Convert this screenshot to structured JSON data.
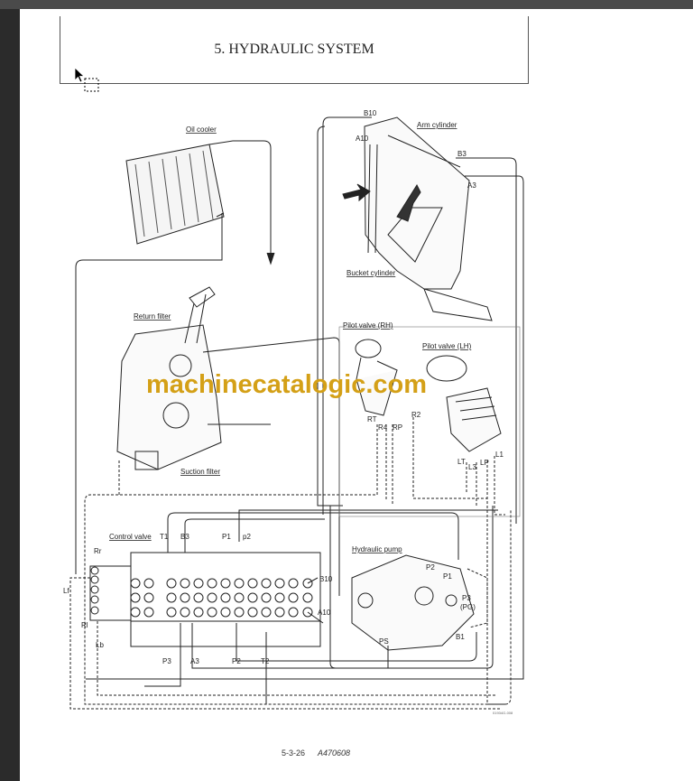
{
  "header": {
    "title": "5. HYDRAULIC SYSTEM"
  },
  "labels": {
    "oil_cooler": "Oil cooler",
    "arm_cylinder": "Arm cylinder",
    "bucket_cylinder": "Bucket cylinder",
    "return_filter": "Return filter",
    "suction_filter": "Suction filter",
    "pilot_valve_rh": "Pilot valve (RH)",
    "pilot_valve_lh": "Pilot valve (LH)",
    "control_valve": "Control valve",
    "hydraulic_pump": "Hydraulic pump"
  },
  "ports": {
    "b10_top": "B10",
    "a10_top": "A10",
    "b3_top": "B3",
    "a3_top": "A3",
    "rt": "RT",
    "r4": "R4",
    "rp": "RP",
    "r2": "R2",
    "lt": "LT",
    "l3": "L3",
    "lp": "LP",
    "l1": "L1",
    "t1": "T1",
    "b3": "B3",
    "p1": "P1",
    "p2": "p2",
    "rr": "Rr",
    "lf": "Lf",
    "rl": "Rl",
    "lb": "Lb",
    "b10": "B10",
    "a10": "A10",
    "p3": "P3",
    "a3": "A3",
    "p2b": "P2",
    "t2": "T2",
    "pump_p2": "P2",
    "pump_p1": "P1",
    "pump_p3": "P3",
    "pump_pg": "(PG)",
    "pump_ps": "PS",
    "pump_b1": "B1"
  },
  "watermark": "machinecatalogic.com",
  "drawing_code": "01934G-008",
  "footer": {
    "page_number": "5-3-26",
    "doc_code": "A470608"
  }
}
